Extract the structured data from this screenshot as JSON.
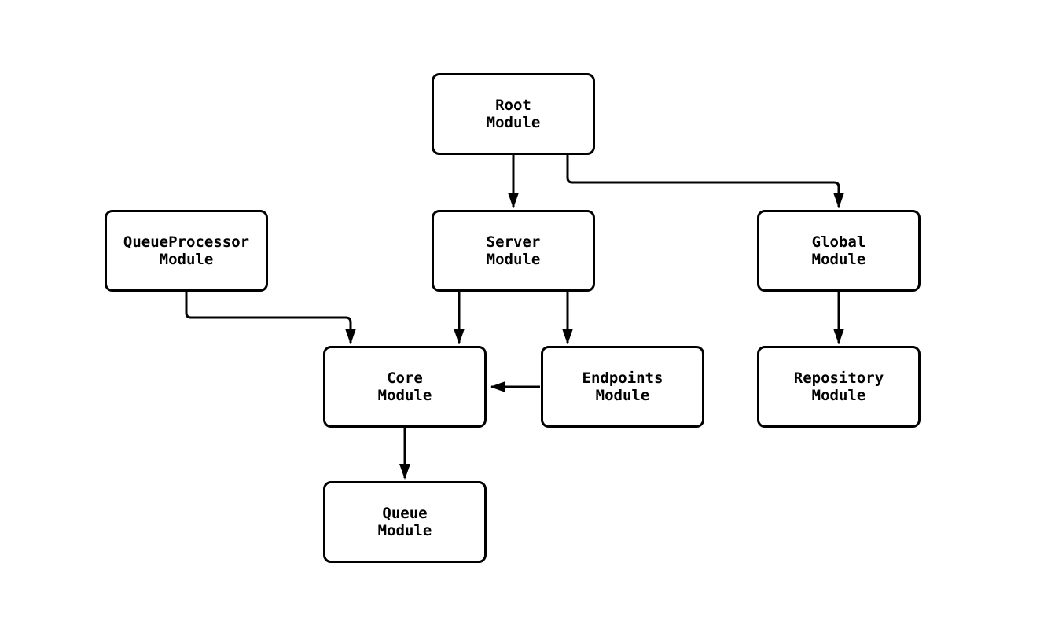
{
  "diagram": {
    "type": "flowchart",
    "background": "#ffffff",
    "node_fill": "#ffffff",
    "node_stroke": "#000000",
    "edge_color": "#000000",
    "nodes": {
      "root": {
        "line1": "Root",
        "line2": "Module"
      },
      "queueprocessor": {
        "line1": "QueueProcessor",
        "line2": "Module"
      },
      "server": {
        "line1": "Server",
        "line2": "Module"
      },
      "global": {
        "line1": "Global",
        "line2": "Module"
      },
      "core": {
        "line1": "Core",
        "line2": "Module"
      },
      "endpoints": {
        "line1": "Endpoints",
        "line2": "Module"
      },
      "repository": {
        "line1": "Repository",
        "line2": "Module"
      },
      "queue": {
        "line1": "Queue",
        "line2": "Module"
      }
    },
    "edges": [
      {
        "from": "Root Module",
        "to": "Server Module"
      },
      {
        "from": "Root Module",
        "to": "Global Module"
      },
      {
        "from": "QueueProcessor Module",
        "to": "Core Module"
      },
      {
        "from": "Server Module",
        "to": "Core Module"
      },
      {
        "from": "Server Module",
        "to": "Endpoints Module"
      },
      {
        "from": "Global Module",
        "to": "Repository Module"
      },
      {
        "from": "Endpoints Module",
        "to": "Core Module"
      },
      {
        "from": "Core Module",
        "to": "Queue Module"
      }
    ]
  }
}
